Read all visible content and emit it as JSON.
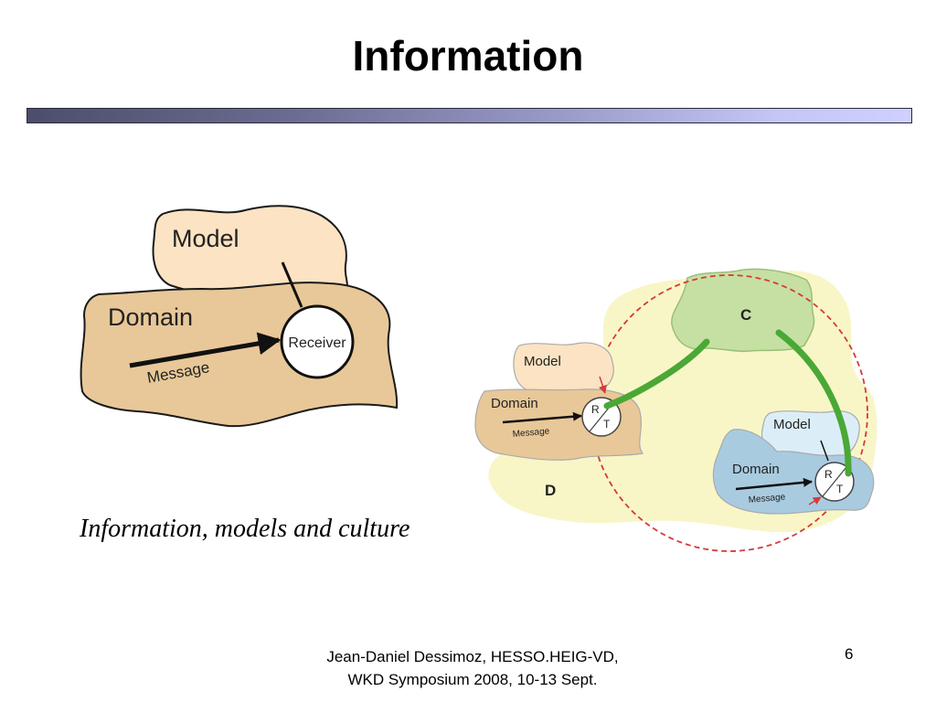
{
  "slide": {
    "title": "Information",
    "caption": "Information, models and culture",
    "footer_line1": "Jean-Daniel Dessimoz, HESSO.HEIG-VD,",
    "footer_line2": "WKD Symposium 2008, 10-13 Sept.",
    "page_number": "6"
  },
  "left_diagram": {
    "model_label": "Model",
    "domain_label": "Domain",
    "message_label": "Message",
    "receiver_label": "Receiver"
  },
  "right_diagram": {
    "culture_label": "C",
    "domain_region_label": "D",
    "agent1": {
      "model_label": "Model",
      "domain_label": "Domain",
      "message_label": "Message",
      "r_label": "R",
      "t_label": "T"
    },
    "agent2": {
      "model_label": "Model",
      "domain_label": "Domain",
      "message_label": "Message",
      "r_label": "R",
      "t_label": "T"
    }
  },
  "colors": {
    "model_fill": "#fbe3c3",
    "domain_fill": "#e8c898",
    "culture_fill": "#c6e0a3",
    "shared_domain_fill": "#f8f6c7",
    "agent2_model_fill": "#dbeef8",
    "agent2_domain_fill": "#a9cbe0",
    "link_green": "#4aa836",
    "dashed_circle": "#d63a3a",
    "title_bar_start": "#4d4d6b",
    "title_bar_end": "#d0d0ff"
  }
}
